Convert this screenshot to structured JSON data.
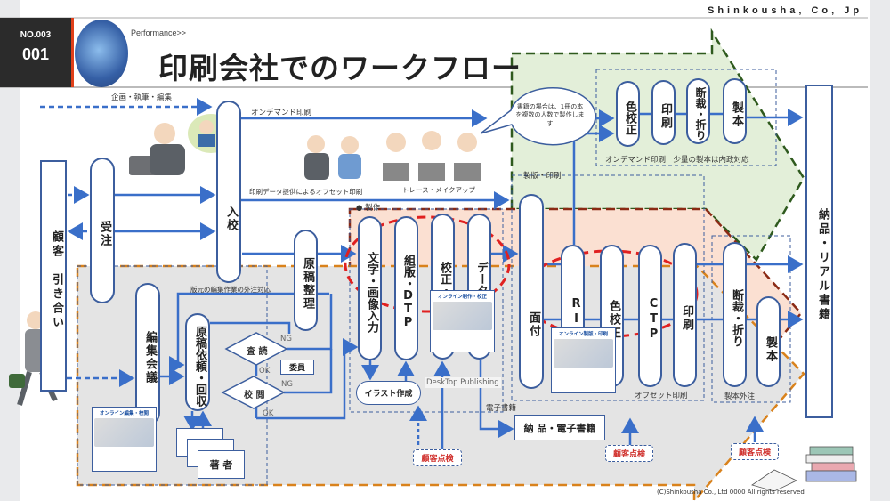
{
  "header": {
    "no_label": "NO.003",
    "page_number": "001",
    "section": "Performance>>",
    "title": "印刷会社でのワークフロー",
    "company": "Shinkousha, Co, Jp"
  },
  "nodes": {
    "customer": "顧客　引き合い",
    "order": "受注",
    "nyuko": "入校",
    "manuscript_arrange": "原稿整理",
    "editorial_meeting": "編集会議",
    "manuscript_request": "原稿依頼・回収",
    "peer_review": "査 読",
    "proofreading": "校 閲",
    "committee": "委員",
    "author": "著 者",
    "text_image_input": "文字・画像入力",
    "typesetting_dtp": "組版・DTP",
    "proof_fix": "校正・修正",
    "data_forming": "データ成形",
    "illustration": "イラスト作成",
    "imposition": "面付",
    "rip": "RIP",
    "color_proof": "色校正",
    "ctp": "CTP",
    "printing": "印刷",
    "cut_fold": "断裁・折り",
    "binding": "製本",
    "od_color_proof": "色校正",
    "od_printing": "印刷",
    "od_cut_fold": "断裁・折り",
    "od_binding": "製本",
    "delivery_real": "納品・リアル書籍",
    "delivery_ebook": "納 品・電子書籍"
  },
  "labels": {
    "planning": "企画・執筆・編集",
    "on_demand": "オンデマンド印刷",
    "offset_data": "印刷データ提供によるオフセット印刷",
    "trace": "トレース・メイクアップ",
    "outsourcing": "版元の編集作業の外注対応",
    "production": "製作",
    "platemaking": "製版・印刷",
    "dtp": "DeskTop Publishing",
    "ebook": "電子書籍",
    "offset": "オフセット印刷",
    "binding_out": "製本外注",
    "od_caption": "オンデマンド印刷　少量の製本は内政対応",
    "bubble": "書籍の場合は、1冊の本を複数の人数で製作します",
    "ng1": "NG",
    "ng2": "NG",
    "ok1": "OK",
    "ok2": "OK",
    "check1": "顧客点検",
    "check2": "顧客点検",
    "check3": "顧客点検",
    "copyright": "(C)Shinkousha Co., Ltd 0000 All rights reserved"
  },
  "cards": {
    "online_edit": "オンライン編集・校閲",
    "online_production": "オンライン制作・校正",
    "online_print": "オンライン製版・印刷"
  },
  "colors": {
    "flow_blue": "#3a6fc9",
    "green_zone": "#e3efd9",
    "pink_zone": "#fbe0d2",
    "gray_zone": "#e4e4e4",
    "highlight_red": "#e02020",
    "orange_dash": "#d9821c"
  }
}
